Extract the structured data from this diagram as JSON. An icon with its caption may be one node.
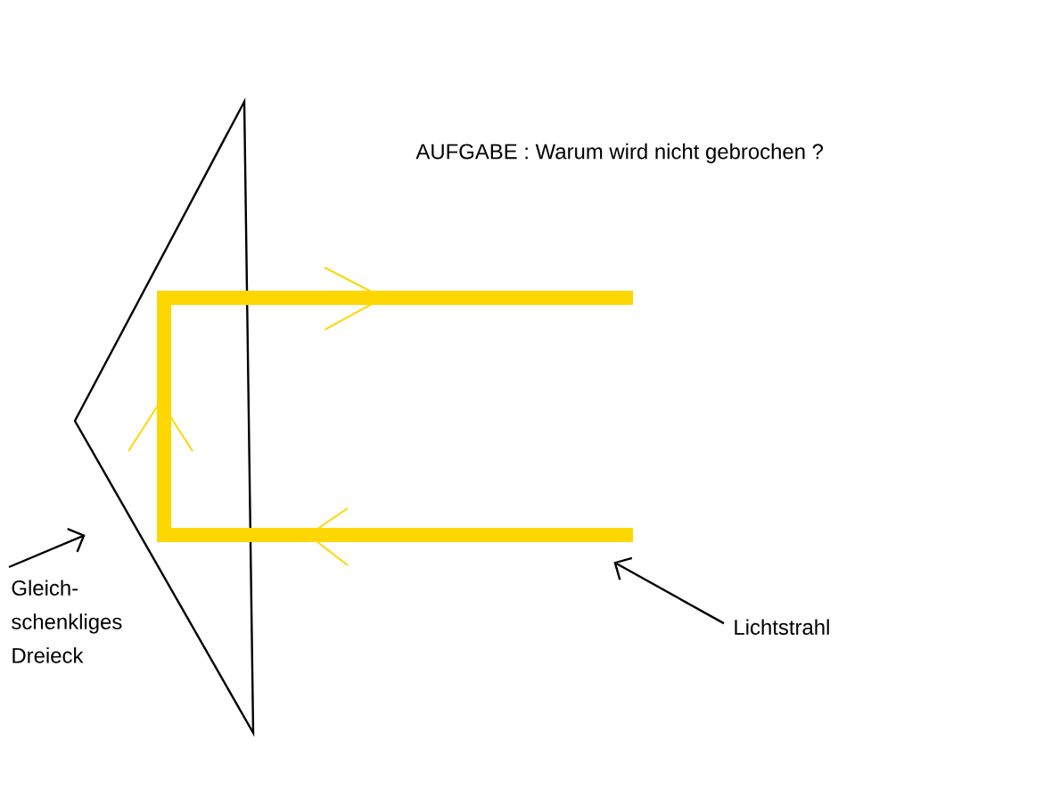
{
  "diagram": {
    "title": "AUFGABE : Warum wird nicht gebrochen ?",
    "nodes": [
      {
        "text": [
          "Gleich- schenkliges Dreieck"
        ]
      },
      {
        "text": [],
        "shape": "triangle"
      },
      {
        "text": [
          "Lichtstrahl"
        ]
      },
      {
        "text": [],
        "shape": "line"
      }
    ],
    "edges": [
      {
        "from": 0,
        "to": 1,
        "arrow": "to"
      },
      {
        "from": 2,
        "to": 3,
        "arrow": "to"
      }
    ]
  }
}
